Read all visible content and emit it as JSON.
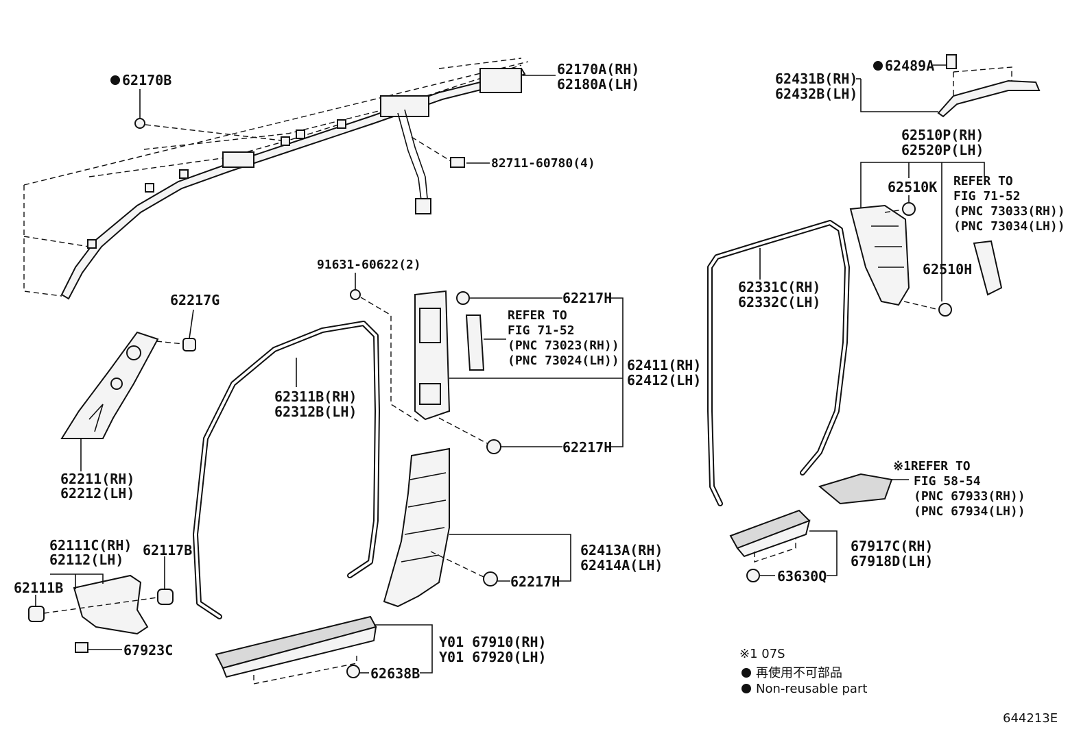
{
  "labels": {
    "clip_62170B": "62170B",
    "airbag_rh": "62170A(RH)",
    "airbag_lh": "62180A(LH)",
    "clip_82711": "82711-60780(4)",
    "clip_62217G": "62217G",
    "pillar_a_rh": "62211(RH)",
    "pillar_a_lh": "62212(LH)",
    "bolt_91631": "91631-60622(2)",
    "weather_front_rh": "62311B(RH)",
    "weather_front_lh": "62312B(LH)",
    "clip_62217H_top": "62217H",
    "clip_62217H_mid": "62217H",
    "clip_62217H_bot": "62217H",
    "refer_a_1": "REFER TO",
    "refer_a_2": "FIG 71-52",
    "refer_a_3": "(PNC 73023(RH))",
    "refer_a_4": "(PNC 73024(LH))",
    "pillar_b_up_rh": "62411(RH)",
    "pillar_b_up_lh": "62412(LH)",
    "pillar_b_low_rh": "62413A(RH)",
    "pillar_b_low_lh": "62414A(LH)",
    "cowl_rh": "62111C(RH)",
    "cowl_lh": "62112(LH)",
    "clip_62111B": "62111B",
    "clip_62117B": "62117B",
    "clip_67923C": "67923C",
    "scuff_front_rh": "Y01 67910(RH)",
    "scuff_front_lh": "Y01 67920(LH)",
    "clip_62638B": "62638B",
    "clip_62489A": "62489A",
    "trim_top_rh": "62431B(RH)",
    "trim_top_lh": "62432B(LH)",
    "pillar_c_rh": "62510P(RH)",
    "pillar_c_lh": "62520P(LH)",
    "clip_62510K": "62510K",
    "refer_b_1": "REFER TO",
    "refer_b_2": "FIG 71-52",
    "refer_b_3": "(PNC 73033(RH))",
    "refer_b_4": "(PNC 73034(LH))",
    "clip_62510H": "62510H",
    "weather_rear_rh": "62331C(RH)",
    "weather_rear_lh": "62332C(LH)",
    "refer_c_1": "※1REFER TO",
    "refer_c_2": "FIG 58-54",
    "refer_c_3": "(PNC 67933(RH))",
    "refer_c_4": "(PNC 67934(LH))",
    "scuff_rear_rh": "67917C(RH)",
    "scuff_rear_lh": "67918D(LH)",
    "clip_63630Q": "63630Q"
  },
  "legend": {
    "footnote": "※1 07S",
    "non_reusable_jp": "再使用不可部品",
    "non_reusable_en": "Non-reusable part"
  },
  "figure_id": "644213E"
}
